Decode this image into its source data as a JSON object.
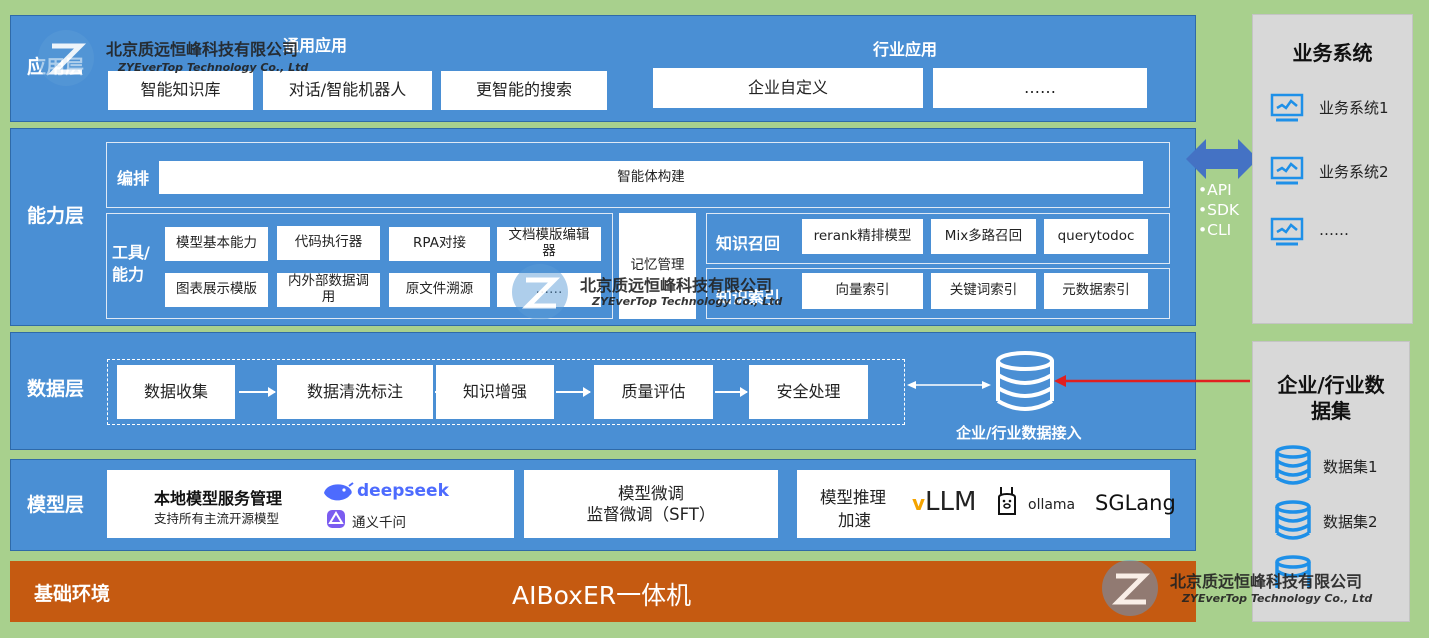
{
  "layers": {
    "app": "应用层",
    "capability": "能力层",
    "data": "数据层",
    "model": "模型层",
    "base": "基础环境"
  },
  "app_layer": {
    "general_title": "通用应用",
    "industry_title": "行业应用",
    "general_items": [
      "智能知识库",
      "对话/智能机器人",
      "更智能的搜索"
    ],
    "industry_items": [
      "企业自定义",
      "……"
    ]
  },
  "capability_layer": {
    "orchestration_label": "编排",
    "orchestration_item": "智能体构建",
    "tools_label": "工具/能力",
    "tools_items": [
      "模型基本能力",
      "代码执行器",
      "RPA对接",
      "文档模版编辑器",
      "图表展示模版",
      "内外部数据调用",
      "原文件溯源",
      "……"
    ],
    "memory": "记忆管理",
    "recall_label": "知识召回",
    "recall_items": [
      "rerank精排模型",
      "Mix多路召回",
      "querytodoc"
    ],
    "index_label": "知识索引",
    "index_items": [
      "向量索引",
      "关键词索引",
      "元数据索引"
    ]
  },
  "interfaces": [
    "•API",
    "•SDK",
    "•CLI"
  ],
  "data_layer": {
    "steps": [
      "数据收集",
      "数据清洗标注",
      "知识增强",
      "质量评估",
      "安全处理"
    ],
    "access_label": "企业/行业数据接入"
  },
  "model_layer": {
    "local_title": "本地模型服务管理",
    "local_subtitle": "支持所有主流开源模型",
    "deepseek": "deepseek",
    "tongyi": "通义千问",
    "finetune_line1": "模型微调",
    "finetune_line2": "监督微调（SFT）",
    "infer_line1": "模型推理",
    "infer_line2": "加速",
    "vllm_v": "v",
    "vllm_rest": "LLM",
    "ollama": "ollama",
    "sglang": "SGLang"
  },
  "base_layer": {
    "content": "AIBoxER一体机"
  },
  "business_panel": {
    "title": "业务系统",
    "items": [
      "业务系统1",
      "业务系统2",
      "……"
    ]
  },
  "dataset_panel": {
    "title_line1": "企业/行业数",
    "title_line2": "据集",
    "items": [
      "数据集1",
      "数据集2"
    ]
  },
  "watermark": {
    "name": "北京质远恒峰科技有限公司",
    "en": "ZYEverTop Technology Co., Ltd"
  },
  "colors": {
    "layer_blue": "#4a8fd4",
    "base_orange": "#c55a11",
    "background_green": "#a8d08d",
    "side_panel": "#d8d8d8",
    "icon_blue": "#1e90e8",
    "arrow_red": "#e02020"
  }
}
